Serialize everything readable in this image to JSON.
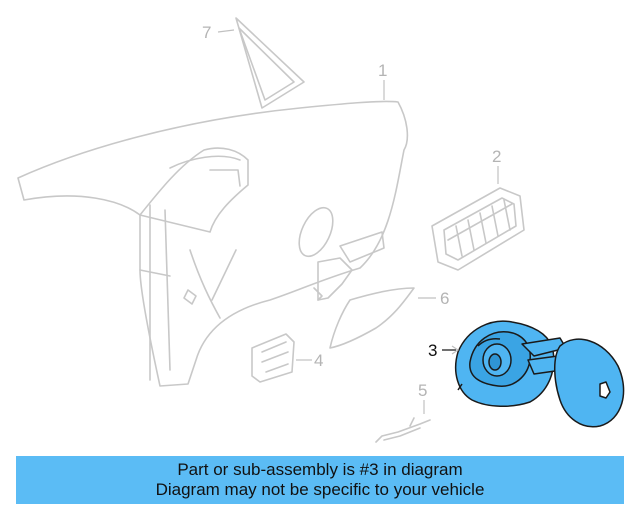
{
  "diagram": {
    "callouts": [
      "1",
      "2",
      "3",
      "4",
      "5",
      "6",
      "7"
    ],
    "highlighted_part": "3",
    "highlight_color": "#4fb5f2",
    "faded_color": "#c8c8c8"
  },
  "banner": {
    "line1": "Part or sub-assembly is #3 in diagram",
    "line2": "Diagram may not be specific to your vehicle",
    "background": "#5bbcf5"
  }
}
